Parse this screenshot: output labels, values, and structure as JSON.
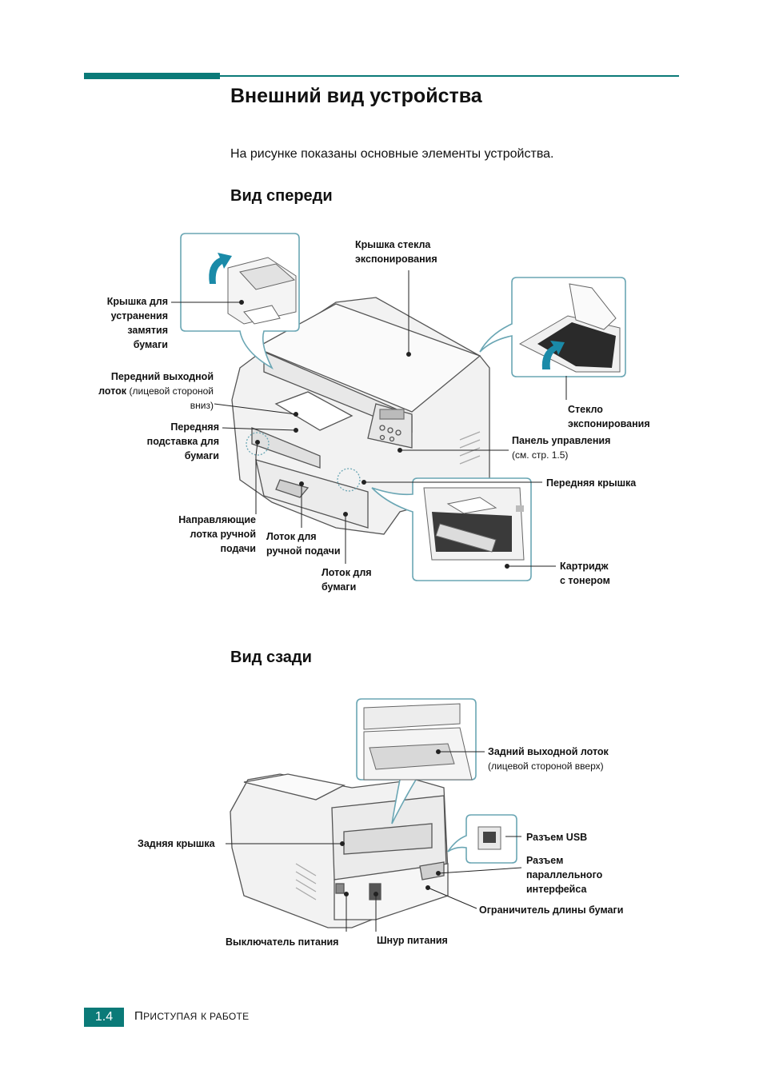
{
  "header": {
    "title": "Внешний вид устройства",
    "intro": "На рисунке показаны основные элементы устройства."
  },
  "front": {
    "heading": "Вид спереди",
    "labels": {
      "glass_cover_1": "Крышка стекла",
      "glass_cover_2": "экспонирования",
      "jam_cover_1": "Крышка для",
      "jam_cover_2": "устранения",
      "jam_cover_3": "замятия",
      "jam_cover_4": "бумаги",
      "out_tray_1": "Передний выходной",
      "out_tray_2b": "лоток",
      "out_tray_2n": "(лицевой стороной",
      "out_tray_3": "вниз)",
      "support_1": "Передняя",
      "support_2": "подставка для",
      "support_3": "бумаги",
      "guides_1": "Направляющие",
      "guides_2": "лотка ручной",
      "guides_3": "подачи",
      "manual_1": "Лоток для",
      "manual_2": "ручной подачи",
      "tray_1": "Лоток для",
      "tray_2": "бумаги",
      "glass_1": "Стекло",
      "glass_2": "экспонирования",
      "panel_1": "Панель управления",
      "panel_2": "(см. стр. 1.5)",
      "front_cover": "Передняя крышка",
      "toner_1": "Картридж",
      "toner_2": "с тонером"
    }
  },
  "rear": {
    "heading": "Вид сзади",
    "labels": {
      "rear_tray_1": "Задний выходной лоток",
      "rear_tray_2": "(лицевой стороной вверх)",
      "rear_cover": "Задняя крышка",
      "usb": "Разъем USB",
      "parallel_1": "Разъем",
      "parallel_2": "параллельного",
      "parallel_3": "интерфейса",
      "limiter": "Ограничитель длины бумаги",
      "power_switch": "Выключатель питания",
      "power_cord": "Шнур питания"
    }
  },
  "footer": {
    "page_number": "1.4",
    "chapter_big1": "П",
    "chapter_small1": "РИСТУПАЯ",
    "chapter_small2": "К РАБОТЕ"
  },
  "colors": {
    "accent": "#0b7a78",
    "callout": "#6aa6b4",
    "line": "#222222",
    "arrow": "#1a8aa8"
  }
}
